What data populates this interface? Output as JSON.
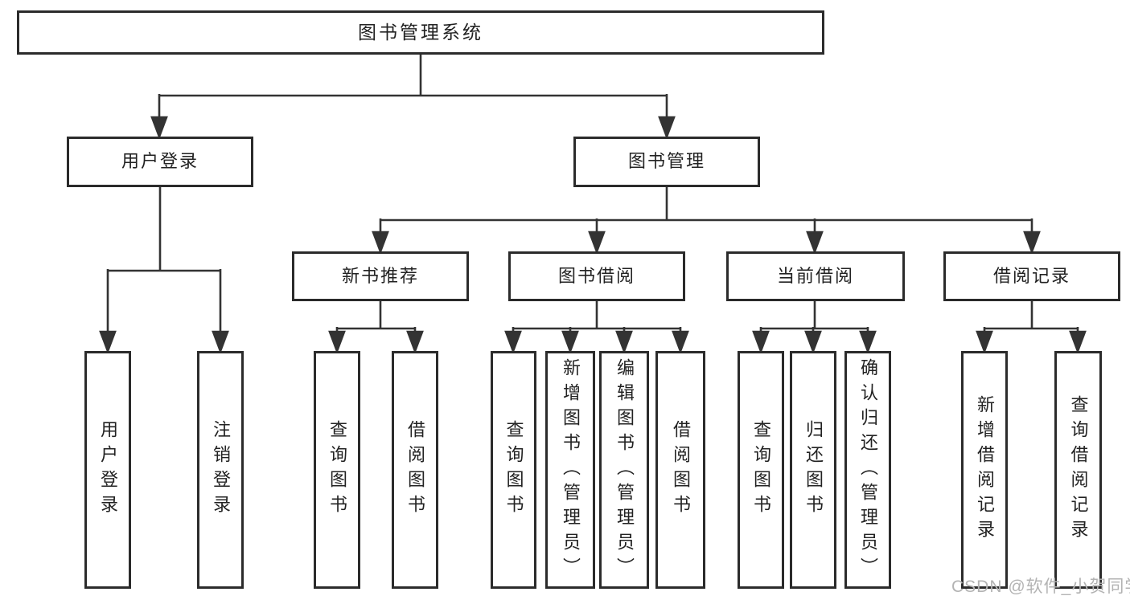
{
  "diagram": {
    "title": "图书管理系统",
    "watermark": "CSDN @软件_小贺同学",
    "colors": {
      "background": "#ffffff",
      "box_border": "#2b2b2b",
      "connector_line": "#333333",
      "text": "#222222",
      "watermark_text": "#b3b3b3"
    },
    "nodes": {
      "root": {
        "label": "图书管理系统"
      },
      "user_login_branch": {
        "label": "用户登录"
      },
      "book_management_branch": {
        "label": "图书管理"
      },
      "new_book_recommend": {
        "label": "新书推荐"
      },
      "book_borrowing": {
        "label": "图书借阅"
      },
      "current_borrowing": {
        "label": "当前借阅"
      },
      "borrowing_records": {
        "label": "借阅记录"
      },
      "leaf_user_login": {
        "label": "用户登录"
      },
      "leaf_logout": {
        "label": "注销登录"
      },
      "rec_query_book": {
        "label": "查询图书"
      },
      "rec_borrow_book": {
        "label": "借阅图书"
      },
      "bb_query_book": {
        "label": "查询图书"
      },
      "bb_add_book": {
        "label": "新增图书（管理员）"
      },
      "bb_edit_book": {
        "label": "编辑图书（管理员）"
      },
      "bb_borrow_book": {
        "label": "借阅图书"
      },
      "cb_query_book": {
        "label": "查询图书"
      },
      "cb_return_book": {
        "label": "归还图书"
      },
      "cb_confirm_return": {
        "label": "确认归还（管理员）"
      },
      "br_add_record": {
        "label": "新增借阅记录"
      },
      "br_query_record": {
        "label": "查询借阅记录"
      }
    }
  }
}
